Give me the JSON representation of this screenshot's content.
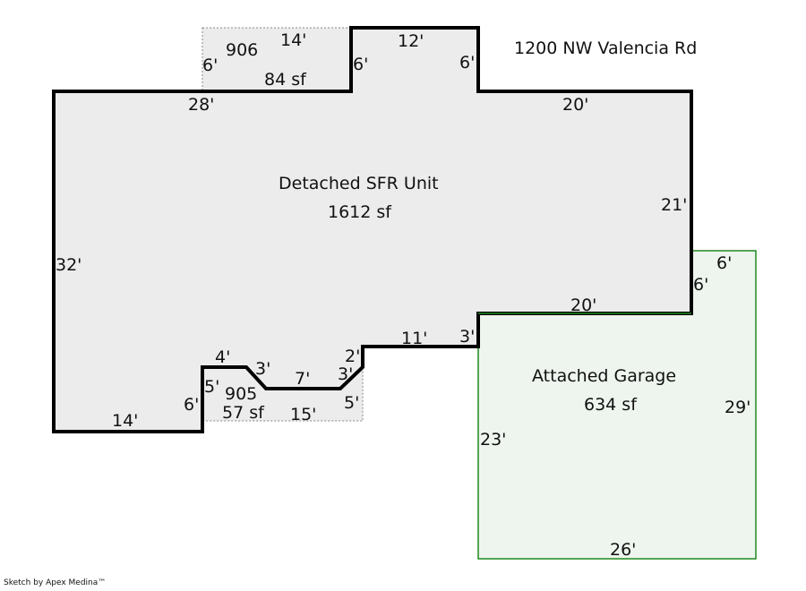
{
  "address": "1200 NW Valencia Rd",
  "footer": "Sketch by Apex Medina™",
  "colors": {
    "main_stroke": "#000000",
    "main_fill": "#ececec",
    "garage_stroke": "#1e8a1e",
    "garage_fill": "#eef5ee",
    "porch_stroke": "#888888"
  },
  "main": {
    "name": "Detached SFR Unit",
    "area": "1612 sf",
    "dims": [
      "28'",
      "6'",
      "12'",
      "6'",
      "20'",
      "21'",
      "20'",
      "3'",
      "11'",
      "2'",
      "3'",
      "7'",
      "3'",
      "4'",
      "5'",
      "6'",
      "14'",
      "32'"
    ]
  },
  "porch_906": {
    "name": "906",
    "area": "84 sf",
    "dims": [
      "14'",
      "6'"
    ]
  },
  "porch_905": {
    "name": "905",
    "area": "57 sf",
    "dims": [
      "15'",
      "5'"
    ]
  },
  "garage": {
    "name": "Attached Garage",
    "area": "634 sf",
    "dims": [
      "6'",
      "6'",
      "29'",
      "26'",
      "23'"
    ]
  }
}
